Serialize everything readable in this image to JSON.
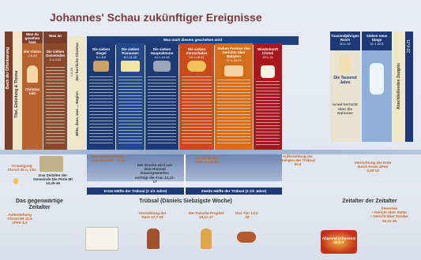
{
  "title": "Johannes' Schau zukünftiger Ereignisse",
  "colors": {
    "navy": "#1f3f7a",
    "orange": "#e06a1a",
    "title": "#7a3b3b"
  },
  "left_vertical": {
    "buch": "Buch der Offenbarung",
    "thema": "Titel, Einleitung & Thema",
    "herrlich": "Der herrliche Christus",
    "ref_herrlich": "1:9-18",
    "heute": "Bitte, dass, was ... Beginn",
    "mitte": "Christus lebt"
  },
  "top_headers": {
    "was_gesehen": "Was du gesehen hast",
    "was_ist": "Was ist",
    "danach": "Was nach diesem geschehen wird"
  },
  "columns": {
    "vision": {
      "title": "Die Vision",
      "ref": "1:9-20"
    },
    "gemeinden": {
      "title": "Die sieben Gemeinden",
      "ref": "2:1-3:22"
    },
    "siegel": {
      "title": "Die sieben Siegel",
      "ref": "6:1-8:5"
    },
    "posaunen": {
      "title": "Die sieben Posaunen",
      "ref": "8:7-11:19"
    },
    "hauptakteure": {
      "title": "Die sieben Hauptakteure",
      "ref": "12:1-13:18"
    },
    "zornschalen": {
      "title": "Die sieben Zornschalen",
      "ref": "15:1-16:21"
    },
    "babylon": {
      "title": "Sieben Formen des Gerichts über Babylon",
      "ref": "17:1-18:24"
    },
    "wiederkunft": {
      "title": "Wiederkunft Christi",
      "ref": "19:1-21"
    },
    "tausend": {
      "title": "Tausendjähriges Reich",
      "ref": "20:1-15"
    },
    "dinge": {
      "title": "Sieben neue Dinge",
      "ref": "21:1-22:5"
    }
  },
  "right_vertical": {
    "schluss": "Abschließendes Zeugnis",
    "ref": "22:6-21"
  },
  "panel_labels": {
    "tausend_jahre": "Die Tausend Jahre",
    "israel": "Israel herrscht über die Nationen"
  },
  "labels": {
    "kreuzigung": "Kreuzigung Christi 30 n. Chr.",
    "zeitalter_gemeinde": "Das Zeitalter der Gemeinde Die Perle Mt 13,45-46",
    "menschen": "Menschen kommen zum Glauben 7,1-15",
    "drache": "Der Drache wird aus dem Himmel hinausgeworfen; verfolgt die Frau 12,13-17",
    "ernte": "Die Ernte der Erde 14,14-20",
    "auferstehung_heilige": "Auferstehung der Heiligen der Trübsal 20,4",
    "vernichtung_erde": "Vernichtung der Erde durch Feuer 2Petr 3,10-13",
    "erste_haelfte": "Erste Hälfte der Trübsal (3 1/2 Jahre)",
    "zweite_haelfte": "Zweite Hälfte der Trübsal (3 1/2 Jahre)",
    "gegenwaertig": "Das gegenwärtige Zeitalter",
    "truebsal": "Trübsal (Daniels Siebzigste Woche)",
    "zeitalter_zeitalter": "Zeitalter der Zeitalter",
    "auferstehung_christi": "Auferstehung Christi Mt 16,6 1Petr 1,3",
    "hure": "Vernichtung der Hure 17,7-18",
    "prophet": "Der Falsche Prophet 13,11-17",
    "tier": "Das Tier 13,1-18",
    "feuersee": "Feuersee",
    "feuersee_1": "• Gericht über Satan",
    "feuersee_2": "• Gericht über Sünder",
    "feuersee_ref": "20,11-15",
    "abgrund": "Abgrund (Abyssos) 20,1-3"
  }
}
